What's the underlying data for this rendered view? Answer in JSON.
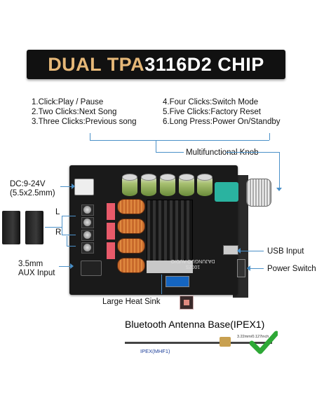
{
  "banner": {
    "part1": "DUAL TPA",
    "part2": "3116D2 CHIP"
  },
  "click_functions": {
    "left": [
      "1.Click:Play / Pause",
      "2.Two Clicks:Next Song",
      "3.Three Clicks:Previous song"
    ],
    "right": [
      "4.Four Clicks:Switch Mode",
      "5.Five Clicks:Factory Reset",
      "6.Long Press:Power On/Standby"
    ]
  },
  "labels": {
    "multifunctional_knob": "Multifunctional Knob",
    "dc_input": "DC:9-24V",
    "dc_size": "(5.5x2.5mm)",
    "left_channel": "L",
    "right_channel": "R",
    "aux_line1": "3.5mm",
    "aux_line2": "AUX Input",
    "usb_input": "USB Input",
    "power_switch": "Power Switch",
    "heat_sink": "Large Heat Sink",
    "bt_antenna": "Bluetooth Antenna Base(IPEX1)",
    "ipex_type": "IPEX(MHF1)",
    "connector_size": "3.22mm/0.127inch"
  },
  "board_text": [
    "1002S",
    "DAJUNGUO AUDIO"
  ],
  "colors": {
    "banner_bg": "#111111",
    "banner_gold": "#e6b878",
    "line_blue": "#4a90c8",
    "check_green": "#2ea836",
    "ipex_blue": "#1d3f9a"
  }
}
